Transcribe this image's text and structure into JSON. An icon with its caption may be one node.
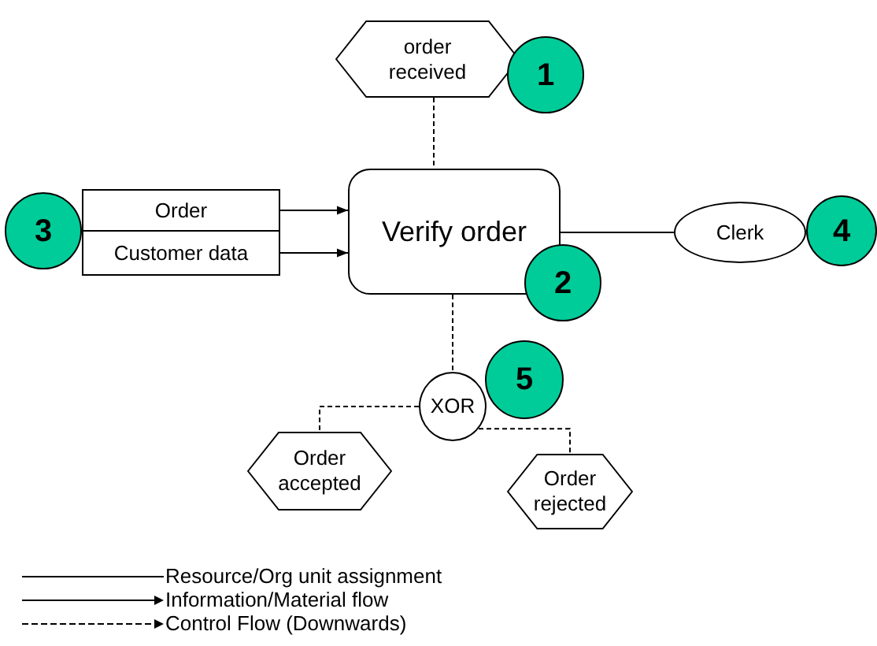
{
  "diagram": {
    "nodes": [
      {
        "text": [
          "order received"
        ]
      },
      {
        "text": [
          "1"
        ]
      },
      {
        "text": [
          "Verify order"
        ]
      },
      {
        "text": [
          "2"
        ]
      },
      {
        "text": [
          "Order"
        ]
      },
      {
        "text": [
          "Customer data"
        ]
      },
      {
        "text": [
          "3"
        ]
      },
      {
        "text": [
          "Clerk"
        ]
      },
      {
        "text": [
          "4"
        ]
      },
      {
        "text": [
          "XOR"
        ]
      },
      {
        "text": [
          "5"
        ]
      },
      {
        "text": [
          "Order accepted"
        ]
      },
      {
        "text": [
          "Order rejected"
        ]
      }
    ],
    "edges": [
      {
        "from": 0,
        "to": 2,
        "arrow": "none",
        "style": "dashed"
      },
      {
        "from": 4,
        "to": 2,
        "arrow": "to"
      },
      {
        "from": 5,
        "to": 2,
        "arrow": "to"
      },
      {
        "from": 2,
        "to": 7,
        "arrow": "none"
      },
      {
        "from": 2,
        "to": 9,
        "arrow": "none",
        "style": "dashed"
      },
      {
        "from": 9,
        "to": 11,
        "arrow": "none",
        "style": "dashed"
      },
      {
        "from": 9,
        "to": 12,
        "arrow": "none",
        "style": "dashed"
      }
    ],
    "legend": [
      {
        "text": "Resource/Org unit assignment"
      },
      {
        "text": "Information/Material flow"
      },
      {
        "text": "Control Flow (Downwards)"
      }
    ]
  }
}
